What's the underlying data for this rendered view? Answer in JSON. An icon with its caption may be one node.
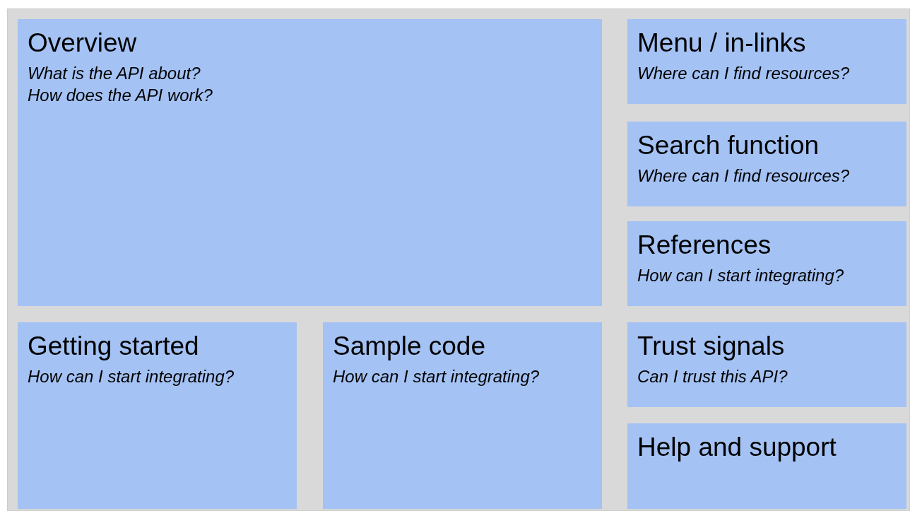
{
  "diagram": {
    "nodes": [
      {
        "text": [
          "Overview",
          "What is the API about?",
          "How does the API work?"
        ]
      },
      {
        "text": [
          "Menu / in-links",
          "Where can I find resources?"
        ]
      },
      {
        "text": [
          "Search function",
          "Where can I find resources?"
        ]
      },
      {
        "text": [
          "References",
          "How can I start integrating?"
        ]
      },
      {
        "text": [
          "Getting started",
          "How can I start integrating?"
        ]
      },
      {
        "text": [
          "Sample code",
          "How can I start integrating?"
        ]
      },
      {
        "text": [
          "Trust signals",
          "Can I trust this API?"
        ]
      },
      {
        "text": [
          "Help and support"
        ]
      }
    ]
  }
}
